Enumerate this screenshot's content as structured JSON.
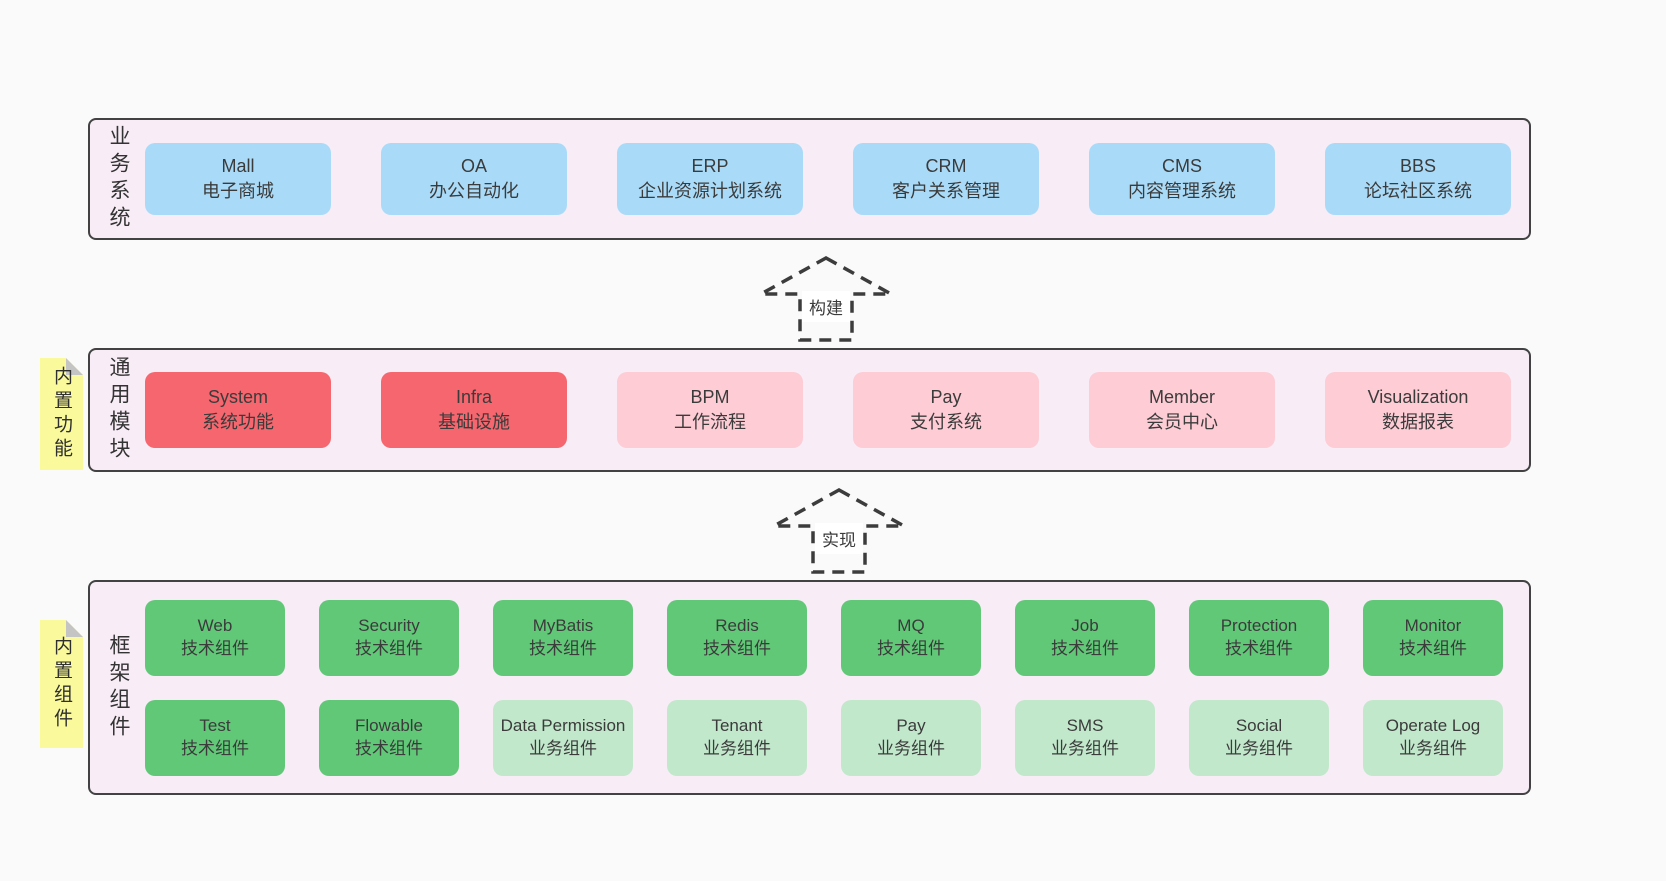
{
  "colors": {
    "page_bg": "#fafafa",
    "container_fill": "#f8edf6",
    "container_border": "#424242",
    "blue": "#a9dbf8",
    "red": "#f5666e",
    "pink": "#fdccd5",
    "green": "#61c878",
    "light_green": "#c2e8cc",
    "note_bg": "#fafa9c",
    "note_fold": "#c4c4c4",
    "text": "#3b3b3b"
  },
  "arrows": [
    {
      "label": "构建"
    },
    {
      "label": "实现"
    }
  ],
  "layers": [
    {
      "name": "business-systems",
      "side_label": "业务系统",
      "note": null,
      "rows": [
        [
          {
            "title": "Mall",
            "subtitle": "电子商城",
            "variant": "blue"
          },
          {
            "title": "OA",
            "subtitle": "办公自动化",
            "variant": "blue"
          },
          {
            "title": "ERP",
            "subtitle": "企业资源计划系统",
            "variant": "blue"
          },
          {
            "title": "CRM",
            "subtitle": "客户关系管理",
            "variant": "blue"
          },
          {
            "title": "CMS",
            "subtitle": "内容管理系统",
            "variant": "blue"
          },
          {
            "title": "BBS",
            "subtitle": "论坛社区系统",
            "variant": "blue"
          }
        ]
      ]
    },
    {
      "name": "common-modules",
      "side_label": "通用模块",
      "note": "内置功能",
      "rows": [
        [
          {
            "title": "System",
            "subtitle": "系统功能",
            "variant": "red"
          },
          {
            "title": "Infra",
            "subtitle": "基础设施",
            "variant": "red"
          },
          {
            "title": "BPM",
            "subtitle": "工作流程",
            "variant": "pink"
          },
          {
            "title": "Pay",
            "subtitle": "支付系统",
            "variant": "pink"
          },
          {
            "title": "Member",
            "subtitle": "会员中心",
            "variant": "pink"
          },
          {
            "title": "Visualization",
            "subtitle": "数据报表",
            "variant": "pink"
          }
        ]
      ]
    },
    {
      "name": "framework-components",
      "side_label": "框架组件",
      "note": "内置组件",
      "rows": [
        [
          {
            "title": "Web",
            "subtitle": "技术组件",
            "variant": "green"
          },
          {
            "title": "Security",
            "subtitle": "技术组件",
            "variant": "green"
          },
          {
            "title": "MyBatis",
            "subtitle": "技术组件",
            "variant": "green"
          },
          {
            "title": "Redis",
            "subtitle": "技术组件",
            "variant": "green"
          },
          {
            "title": "MQ",
            "subtitle": "技术组件",
            "variant": "green"
          },
          {
            "title": "Job",
            "subtitle": "技术组件",
            "variant": "green"
          },
          {
            "title": "Protection",
            "subtitle": "技术组件",
            "variant": "green"
          },
          {
            "title": "Monitor",
            "subtitle": "技术组件",
            "variant": "green"
          }
        ],
        [
          {
            "title": "Test",
            "subtitle": "技术组件",
            "variant": "green"
          },
          {
            "title": "Flowable",
            "subtitle": "技术组件",
            "variant": "green"
          },
          {
            "title": "Data Permission",
            "subtitle": "业务组件",
            "variant": "light_green"
          },
          {
            "title": "Tenant",
            "subtitle": "业务组件",
            "variant": "light_green"
          },
          {
            "title": "Pay",
            "subtitle": "业务组件",
            "variant": "light_green"
          },
          {
            "title": "SMS",
            "subtitle": "业务组件",
            "variant": "light_green"
          },
          {
            "title": "Social",
            "subtitle": "业务组件",
            "variant": "light_green"
          },
          {
            "title": "Operate Log",
            "subtitle": "业务组件",
            "variant": "light_green"
          }
        ]
      ]
    }
  ]
}
